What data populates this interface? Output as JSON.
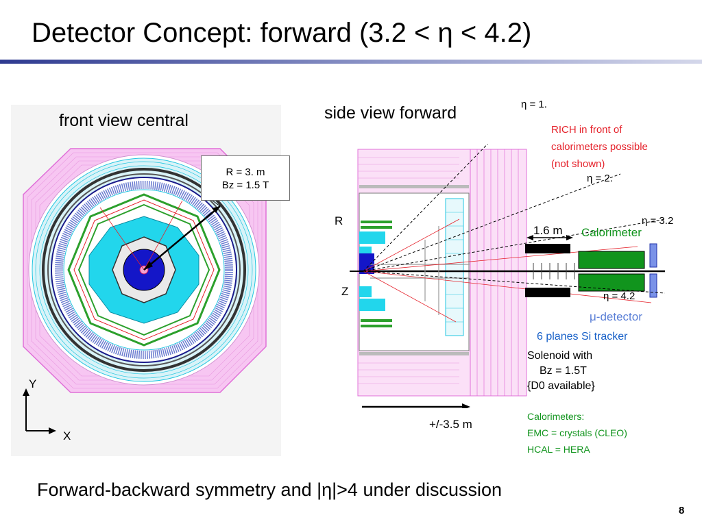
{
  "title": "Detector Concept: forward (3.2 < η < 4.2)",
  "front_view": {
    "heading": "front view central",
    "info_box": {
      "line1": "R = 3. m",
      "line2": "Bz = 1.5 T"
    },
    "axis_y": "Y",
    "axis_x": "X"
  },
  "side_view": {
    "heading": "side view forward",
    "axis_r": "R",
    "axis_z": "Z",
    "eta_1": "η = 1.",
    "eta_2": "η = 2.",
    "eta_32": "η = 3.2",
    "eta_42": "η = 4.2",
    "rich_line1": "RICH in front of",
    "rich_line2": "calorimeters possible",
    "rich_line3": "(not shown)",
    "length_label": "1.6 m",
    "calorimeter_label": "Calorimeter",
    "mu_detector": "μ-detector",
    "si_tracker": "6 planes Si tracker",
    "solenoid_line1": "Solenoid with",
    "solenoid_line2": "Bz = 1.5T",
    "solenoid_line3": "{D0 available}",
    "scale_label": "+/-3.5 m",
    "calorimeters_heading": "Calorimeters:",
    "calorimeters_emc": "EMC = crystals (CLEO)",
    "calorimeters_hcal": "HCAL = HERA"
  },
  "bottom_note": "Forward-backward symmetry and |η|>4 under discussion",
  "page_number": "8",
  "colors": {
    "title_rule": "#2e3a90",
    "magenta": "#e070d8",
    "cyan": "#22c6e0",
    "blue": "#1416c8",
    "green": "#2ca02c",
    "calorimeter_green": "#11941d",
    "red": "#e5212a",
    "label_blue": "#1760c8"
  }
}
